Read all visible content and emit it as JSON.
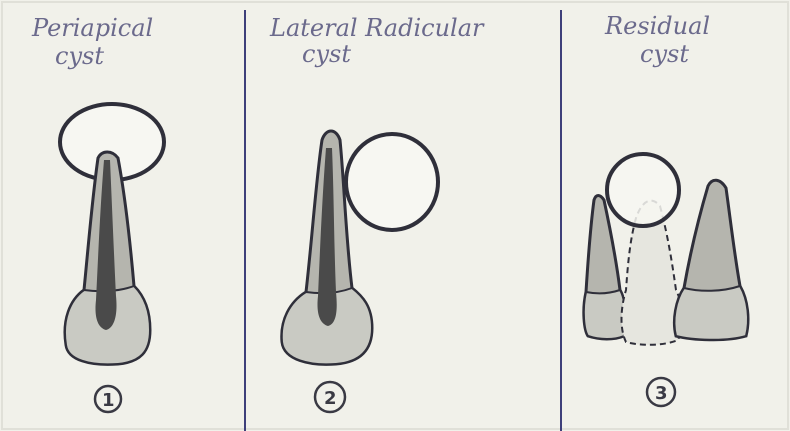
{
  "panels": [
    {
      "title_line1": "Periapical",
      "title_line2": "cyst",
      "number": "1"
    },
    {
      "title_line1": "Lateral  Radicular",
      "title_line2": "cyst",
      "number": "2"
    },
    {
      "title_line1": "Residual",
      "title_line2": "cyst",
      "number": "3"
    }
  ],
  "colors": {
    "paper": "#f1f1ea",
    "ink": "#2f2f3a",
    "pencil_shade": "#b5b5ae",
    "crown_shade": "#c9cac3",
    "root_canal": "#4a4a4a",
    "divider": "#3e3f7a"
  }
}
